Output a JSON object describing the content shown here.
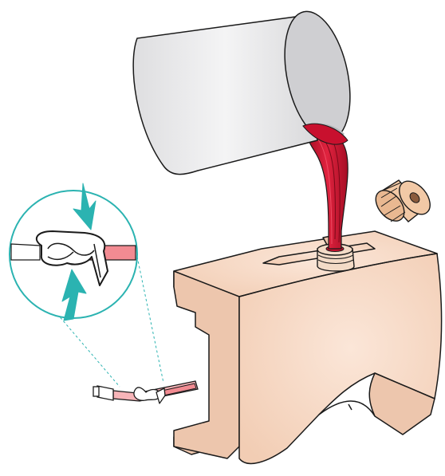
{
  "figure": {
    "kind": "instructional illustration",
    "printed_text": []
  },
  "colors": {
    "background": "#ffffff",
    "outline": "#1a1a1a",
    "beaker_body": "#e9e9ea",
    "beaker_interior": "#d4d4d6",
    "liquid": "#c8102e",
    "liquid_dark": "#8e0a1e",
    "reservoir_skin": "#f6d9c4",
    "reservoir_shadow": "#e9bfa4",
    "cap": "#f2c9a6",
    "callout_accent": "#2bb3b1",
    "tube_fill": "#f28b92"
  },
  "parts": [
    {
      "id": "beaker",
      "icon": "beaker-icon"
    },
    {
      "id": "poured-liquid",
      "icon": "liquid-stream-icon"
    },
    {
      "id": "reservoir-cap",
      "icon": "screw-cap-icon"
    },
    {
      "id": "skin-reservoir",
      "icon": "reservoir-icon"
    },
    {
      "id": "fill-neck",
      "icon": "threaded-neck-icon"
    },
    {
      "id": "tubing",
      "icon": "tube-icon"
    },
    {
      "id": "pinch-clamp",
      "icon": "clamp-icon"
    },
    {
      "id": "detail-callout",
      "icon": "magnifier-callout-icon"
    },
    {
      "id": "squeeze-arrows",
      "icon": "arrow-icon"
    }
  ]
}
